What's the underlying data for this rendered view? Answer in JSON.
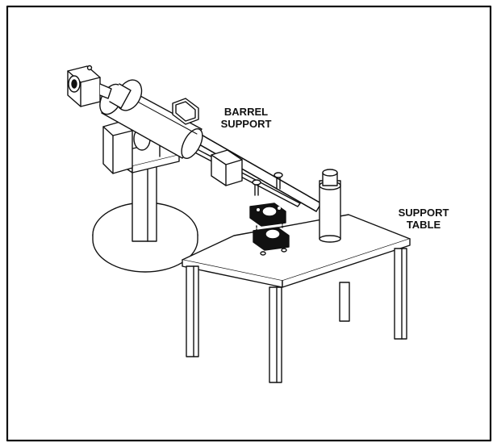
{
  "labels": {
    "barrel_support": [
      "BARREL",
      "SUPPORT"
    ],
    "support_table": [
      "SUPPORT",
      "TABLE"
    ]
  },
  "colors": {
    "line": "#111111",
    "shade": "#d9d9d9",
    "dark": "#111111",
    "background": "#ffffff"
  }
}
